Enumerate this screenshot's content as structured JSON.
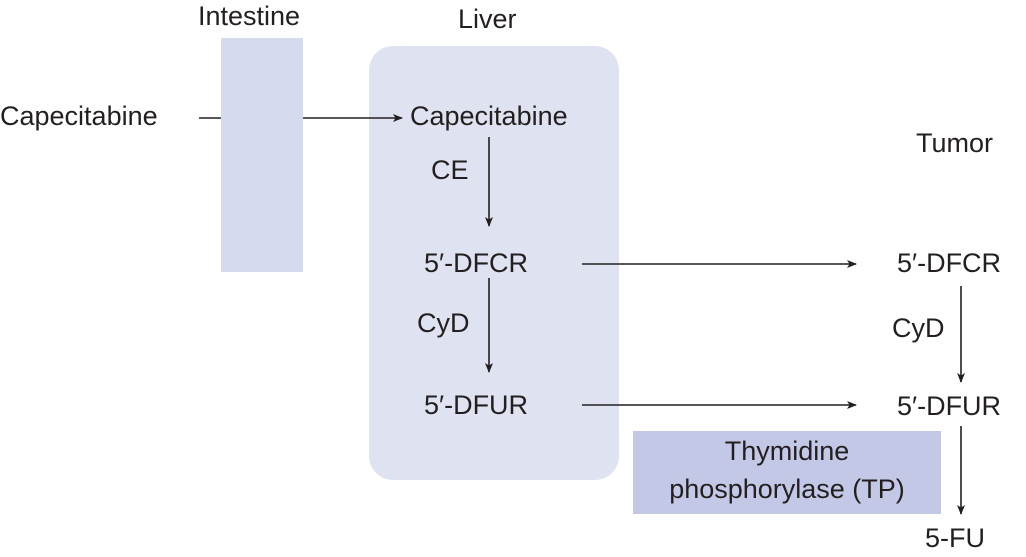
{
  "colors": {
    "intestine_fill": "#d5daee",
    "liver_fill": "#dfe2f1",
    "tp_fill": "#c3c8e6",
    "ink": "#231f20"
  },
  "regions": {
    "intestine": "Intestine",
    "liver": "Liver",
    "tumor": "Tumor"
  },
  "nodes": {
    "capecitabine_input": "Capecitabine",
    "liver_capecitabine": "Capecitabine",
    "liver_dfcr": "5′-DFCR",
    "liver_dfur": "5′-DFUR",
    "tumor_dfcr": "5′-DFCR",
    "tumor_dfur": "5′-DFUR",
    "tumor_5fu": "5-FU"
  },
  "enzymes": {
    "ce": "CE",
    "cyd_liver": "CyD",
    "cyd_tumor": "CyD",
    "tp_line1": "Thymidine",
    "tp_line2": "phosphorylase (TP)"
  }
}
